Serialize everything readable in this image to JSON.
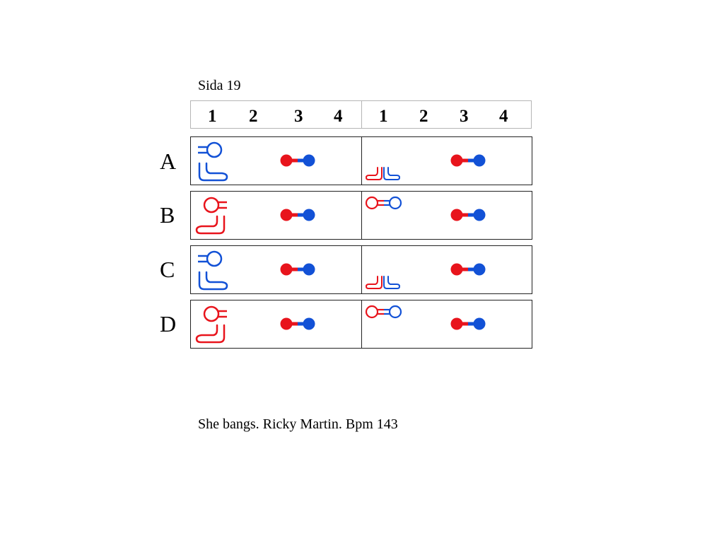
{
  "page_title": "Sida 19",
  "beats": {
    "bar1": [
      "1",
      "2",
      "3",
      "4"
    ],
    "bar2": [
      "1",
      "2",
      "3",
      "4"
    ]
  },
  "rows": [
    {
      "label": "A"
    },
    {
      "label": "B"
    },
    {
      "label": "C"
    },
    {
      "label": "D"
    }
  ],
  "colors": {
    "red": "#e8141c",
    "blue": "#1251d6"
  },
  "icons": [
    "head-icon",
    "foot-icon",
    "feet-together-icon",
    "dumbbell-icon"
  ],
  "footer": "She bangs. Ricky Martin. Bpm 143"
}
